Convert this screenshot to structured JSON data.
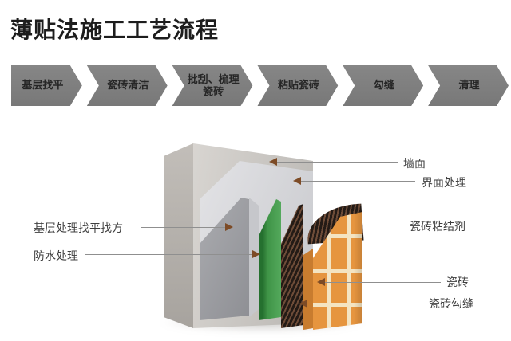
{
  "title": "薄贴法施工工艺流程",
  "process_steps": [
    {
      "label": "基层找平"
    },
    {
      "label": "瓷砖清洁"
    },
    {
      "label": "批刮、梳理瓷砖"
    },
    {
      "label": "粘贴瓷砖"
    },
    {
      "label": "勾缝"
    },
    {
      "label": "清理"
    }
  ],
  "diagram": {
    "callouts": {
      "wall": "墙面",
      "interface": "界面处理",
      "adhesive": "瓷砖粘结剂",
      "tile": "瓷砖",
      "tile_joint": "瓷砖勾缝",
      "base_leveling": "基层处理找平找方",
      "waterproof": "防水处理"
    }
  },
  "colors": {
    "chevron": "#7d7d7d",
    "chevron_text": "#262626",
    "callout_line": "#8f8f8f",
    "arrowhead": "#7d4b26",
    "wall_face": "#cfccc8",
    "interface_layer": "#d9d9dc",
    "base_layer": "#9b9ca0",
    "waterproof_layer": "#3f9447",
    "adhesive_layer": "#2c231e",
    "tile_layer": "#e6953f",
    "tile_grout": "#f4e4c2"
  }
}
